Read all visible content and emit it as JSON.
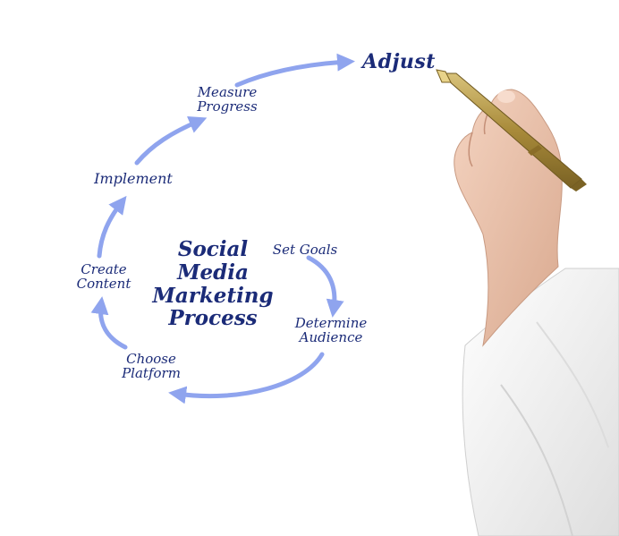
{
  "diagram": {
    "title": {
      "line1": "Social",
      "line2": "Media",
      "line3": "Marketing",
      "line4": "Process"
    },
    "steps": {
      "set_goals": "Set Goals",
      "determine_line1": "Determine",
      "determine_line2": "Audience",
      "choose_line1": "Choose",
      "choose_line2": "Platform",
      "create_line1": "Create",
      "create_line2": "Content",
      "implement": "Implement",
      "measure_line1": "Measure",
      "measure_line2": "Progress",
      "adjust": "Adjust"
    },
    "colors": {
      "text": "#1b2b78",
      "arrow": "#8fa4ee",
      "sleeve": "#f3f3f3",
      "skin": "#efc7b1",
      "pen": "#b59a4a"
    }
  }
}
